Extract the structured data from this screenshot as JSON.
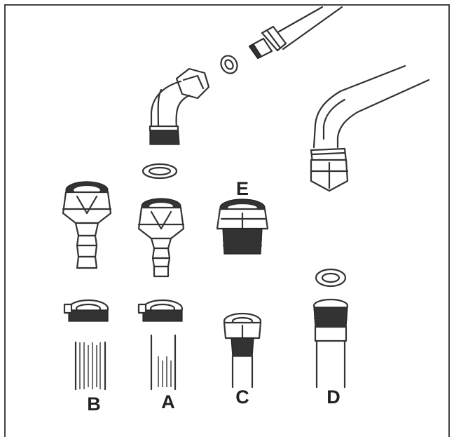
{
  "diagram": {
    "labels": {
      "B": "B",
      "A": "A",
      "C": "C",
      "D": "D",
      "E": "E"
    },
    "colors": {
      "line": "#333333",
      "background": "#ffffff",
      "frame": "#444444"
    }
  }
}
